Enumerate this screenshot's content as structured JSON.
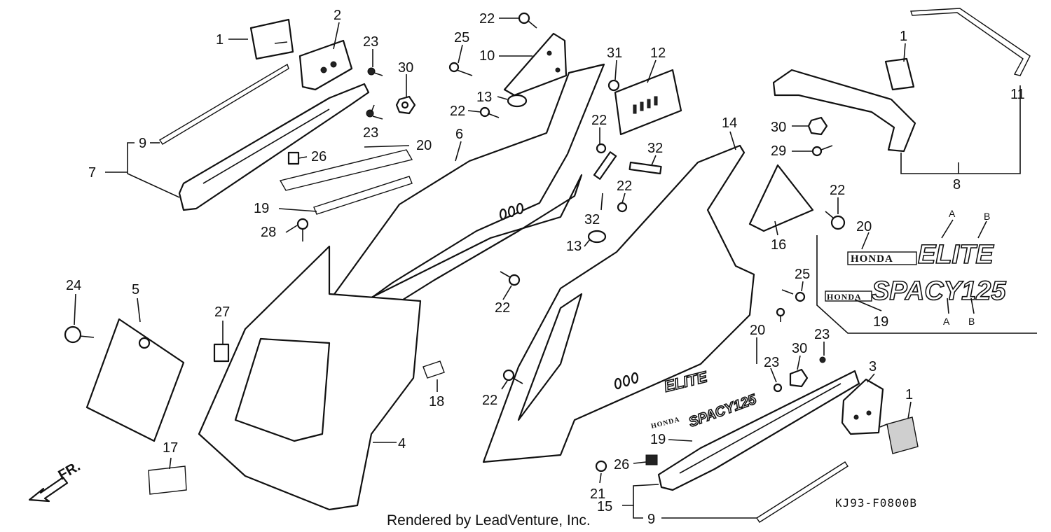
{
  "labels": {
    "p1a": "1",
    "p1b": "1",
    "p1c": "1",
    "p2": "2",
    "p3": "3",
    "p4": "4",
    "p5": "5",
    "p6": "6",
    "p7": "7",
    "p8": "8",
    "p9a": "9",
    "p9b": "9",
    "p10": "10",
    "p11": "11",
    "p12": "12",
    "p13a": "13",
    "p13b": "13",
    "p14": "14",
    "p15": "15",
    "p16": "16",
    "p17": "17",
    "p18": "18",
    "p19a": "19",
    "p19b": "19",
    "p19c": "19",
    "p20a": "20",
    "p20b": "20",
    "p20c": "20",
    "p21": "21",
    "p22a": "22",
    "p22b": "22",
    "p22c": "22",
    "p22d": "22",
    "p22e": "22",
    "p22f": "22",
    "p22g": "22",
    "p23a": "23",
    "p23b": "23",
    "p23c": "23",
    "p23d": "23",
    "p24": "24",
    "p25a": "25",
    "p25b": "25",
    "p26a": "26",
    "p26b": "26",
    "p27": "27",
    "p28": "28",
    "p29": "29",
    "p30a": "30",
    "p30b": "30",
    "p30c": "30",
    "p31": "31",
    "p32a": "32",
    "p32b": "32",
    "mA1": "A",
    "mB1": "B",
    "mA2": "A",
    "mB2": "B"
  },
  "emblems": {
    "honda": "HONDA",
    "elite": "ELITE",
    "spacy": "SPACY125"
  },
  "direction": "FR.",
  "credit": "Rendered by LeadVenture, Inc.",
  "diagram_code": "KJ93-F0800B"
}
